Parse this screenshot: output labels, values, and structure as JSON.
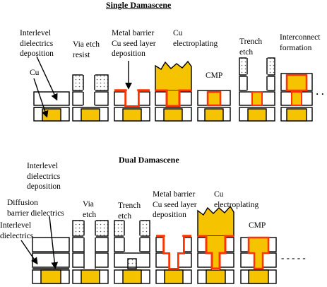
{
  "titles": {
    "single": "Single Damascene",
    "dual": "Dual Damascene"
  },
  "single": {
    "labels": {
      "ild": "Interlevel\ndielectrics\ndeposition",
      "cu": "Cu",
      "via_resist": "Via etch\nresist",
      "barrier": "Metal barrier\nCu seed layer\ndeposition",
      "cu_plate": "Cu\nelectroplating",
      "cmp": "CMP",
      "trench": "Trench\netch",
      "interconnect": "Interconnect\nformation"
    },
    "continuation": "· · ·"
  },
  "dual": {
    "labels": {
      "ild_dep": "Interlevel\ndielectrics\ndeposition",
      "diff": "Diffusion\nbarrier dielectrics",
      "ild": "Interlevel\ndielectrics",
      "via": "Via\netch",
      "trench": "Trench\netch",
      "barrier": "Metal barrier\nCu seed layer\ndeposition",
      "cu_plate": "Cu\nelectroplating",
      "cmp": "CMP"
    },
    "continuation": "- - - - -"
  },
  "colors": {
    "copper": "#f5c300",
    "barrier": "#ff3300",
    "line": "#000000",
    "resist_dot": "#555555"
  }
}
